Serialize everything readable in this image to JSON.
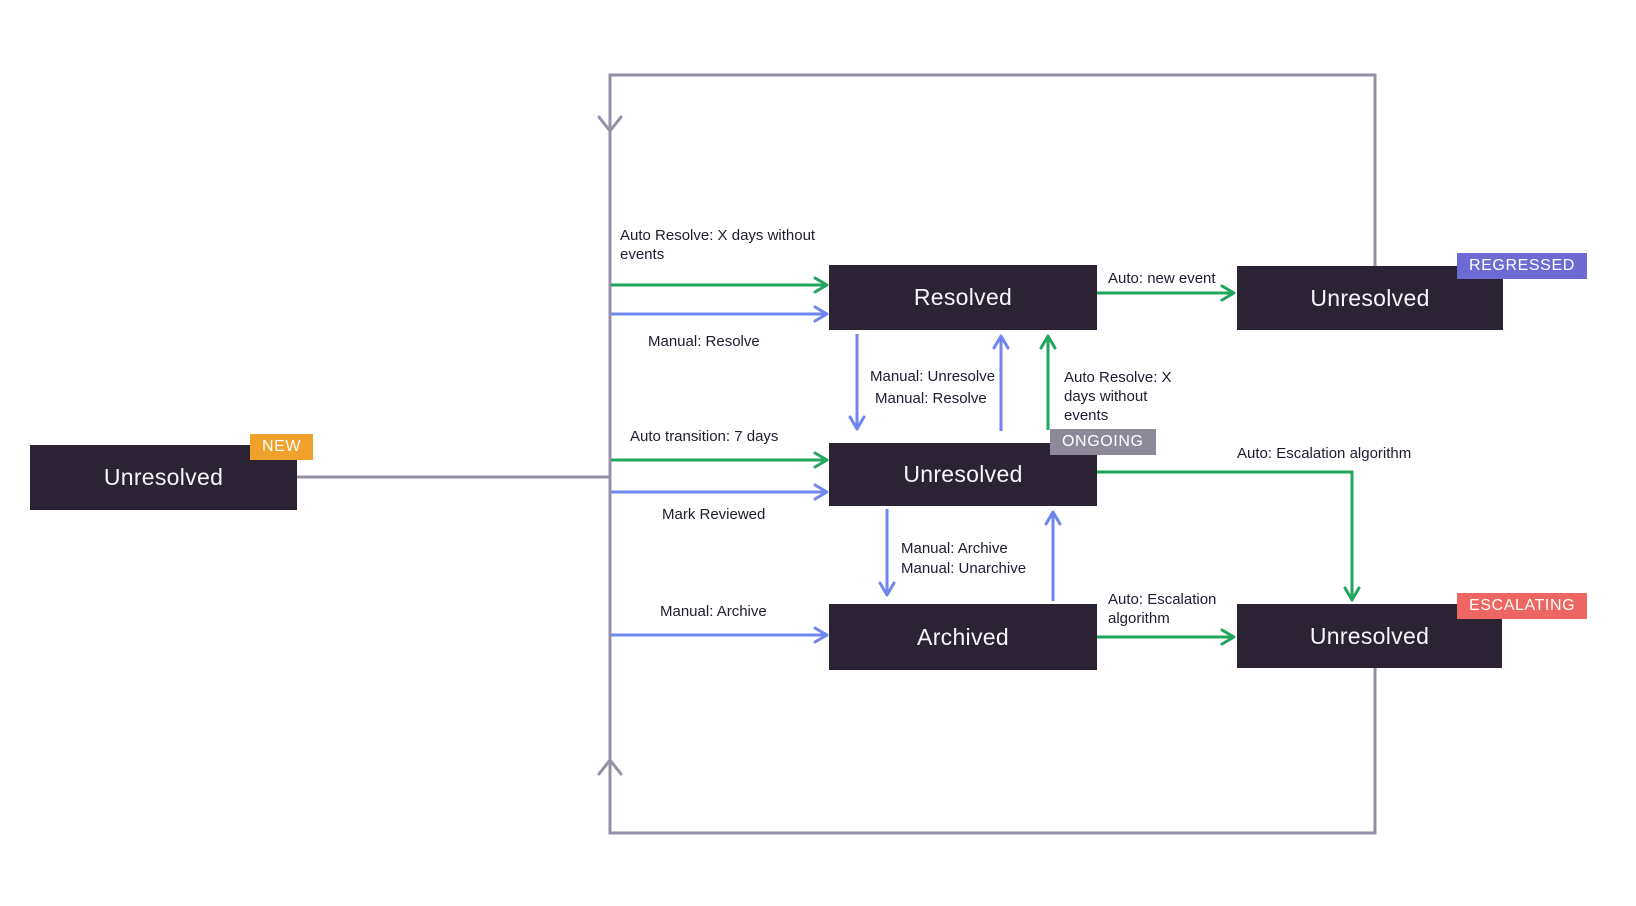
{
  "diagram": {
    "title_none_visible": "",
    "nodes": {
      "unresolved_new": {
        "label": "Unresolved",
        "badge": "NEW"
      },
      "resolved": {
        "label": "Resolved"
      },
      "unresolved_ongoing": {
        "label": "Unresolved",
        "badge": "ONGOING"
      },
      "archived": {
        "label": "Archived"
      },
      "unresolved_regressed": {
        "label": "Unresolved",
        "badge": "REGRESSED"
      },
      "unresolved_escalating": {
        "label": "Unresolved",
        "badge": "ESCALATING"
      }
    },
    "edges": {
      "auto_resolve_to_resolved": {
        "label": "Auto Resolve: X days without events",
        "type": "auto",
        "from": "unresolved_new",
        "to": "resolved"
      },
      "manual_resolve_to_resolved": {
        "label": "Manual: Resolve",
        "type": "manual",
        "from": "unresolved_new",
        "to": "resolved"
      },
      "auto_transition": {
        "label": "Auto transition: 7 days",
        "type": "auto",
        "from": "unresolved_new",
        "to": "unresolved_ongoing"
      },
      "mark_reviewed": {
        "label": "Mark Reviewed",
        "type": "manual",
        "from": "unresolved_new",
        "to": "unresolved_ongoing"
      },
      "manual_archive_left": {
        "label": "Manual: Archive",
        "type": "manual",
        "from": "unresolved_new",
        "to": "archived"
      },
      "manual_unresolve": {
        "label": "Manual: Unresolve",
        "type": "manual",
        "from": "resolved",
        "to": "unresolved_ongoing"
      },
      "manual_resolve_mid": {
        "label": "Manual: Resolve",
        "type": "manual",
        "from": "unresolved_ongoing",
        "to": "resolved"
      },
      "auto_resolve_mid": {
        "label": "Auto Resolve: X days without events",
        "type": "auto",
        "from": "unresolved_ongoing",
        "to": "resolved"
      },
      "auto_new_event": {
        "label": "Auto: new event",
        "type": "auto",
        "from": "resolved",
        "to": "unresolved_regressed"
      },
      "auto_escalation_from_ongoing": {
        "label": "Auto: Escalation algorithm",
        "type": "auto",
        "from": "unresolved_ongoing",
        "to": "unresolved_escalating"
      },
      "manual_archive_mid": {
        "label": "Manual: Archive",
        "type": "manual",
        "from": "unresolved_ongoing",
        "to": "archived"
      },
      "manual_unarchive": {
        "label": "Manual: Unarchive",
        "type": "manual",
        "from": "archived",
        "to": "unresolved_ongoing"
      },
      "auto_escalation_from_archived": {
        "label": "Auto: Escalation algorithm",
        "type": "auto",
        "from": "archived",
        "to": "unresolved_escalating"
      }
    },
    "colors": {
      "bg": "#ffffff",
      "box": "#2b2233",
      "boxText": "#f7f5fa",
      "labelText": "#221a2f",
      "green": "#22a55e",
      "blue": "#7086ef",
      "gray": "#978fa7",
      "badgeNew": "#efa12b",
      "badgeOngoing": "#8d8999",
      "badgeRegressed": "#6d6ad4",
      "badgeEscalating": "#ee6661"
    }
  }
}
